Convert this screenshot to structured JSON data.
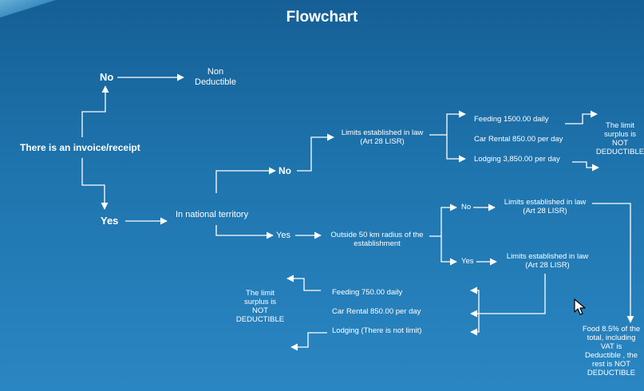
{
  "title": "Flowchart",
  "nodes": {
    "invoice": "There is an invoice/receipt",
    "no_top": "No",
    "non_deductible": [
      "Non",
      "Deductible"
    ],
    "yes_left": "Yes",
    "national": "In national territory",
    "no_mid": "No",
    "limits_top": [
      "Limits established in law",
      "(Art 28 LISR)"
    ],
    "feeding_top": "Feeding   1500.00  daily",
    "car_top": "Car Rental 850.00 per day",
    "lodging_top": "Lodging   3,850.00 per day",
    "limit_surplus_right": [
      "The limit",
      "surplus is",
      "NOT",
      "DEDUCTIBLE"
    ],
    "yes_mid": "Yes",
    "outside": [
      "Outside 50 km radius of the",
      "establishment"
    ],
    "no_small": "No",
    "limits_mid": [
      "Limits established in law",
      "(Art 28 LISR)"
    ],
    "yes_small": "Yes",
    "limits_low": [
      "Limits established in law",
      "(Art 28 LISR)"
    ],
    "feeding_bottom": "Feeding  750.00  daily",
    "car_bottom": "Car Rental 850.00 per day",
    "lodging_bottom": "Lodging  (There is not limit)",
    "limit_surplus_left": [
      "The limit",
      "surplus is",
      "NOT",
      "DEDUCTIBLE"
    ],
    "food_note": [
      "Food 8.5% of the",
      "total, including",
      "VAT is",
      "Deductible , the",
      "rest is NOT",
      "DEDUCTIBLE"
    ]
  }
}
